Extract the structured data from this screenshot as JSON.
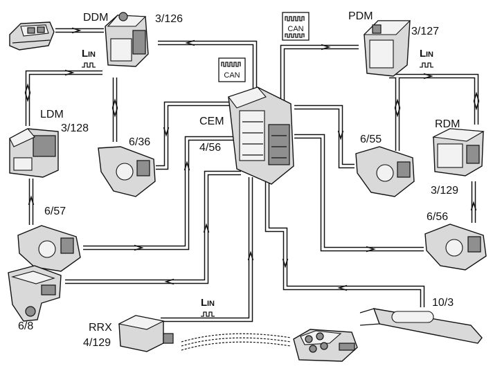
{
  "labels": {
    "ddm": "DDM",
    "ddm_code": "3/126",
    "pdm": "PDM",
    "pdm_code": "3/127",
    "ldm": "LDM",
    "ldm_code": "3/128",
    "rdm": "RDM",
    "rdm_code": "3/129",
    "cem": "CEM",
    "cem_code": "4/56",
    "lock_lf": "6/36",
    "lock_rf": "6/55",
    "lock_lr": "6/57",
    "lock_rr": "6/56",
    "tailgate": "6/8",
    "handle": "10/3",
    "rrx": "RRX",
    "rrx_code": "4/129"
  },
  "bus_symbols": {
    "can": "CAN",
    "lin_l": "L",
    "lin_in": "IN"
  }
}
